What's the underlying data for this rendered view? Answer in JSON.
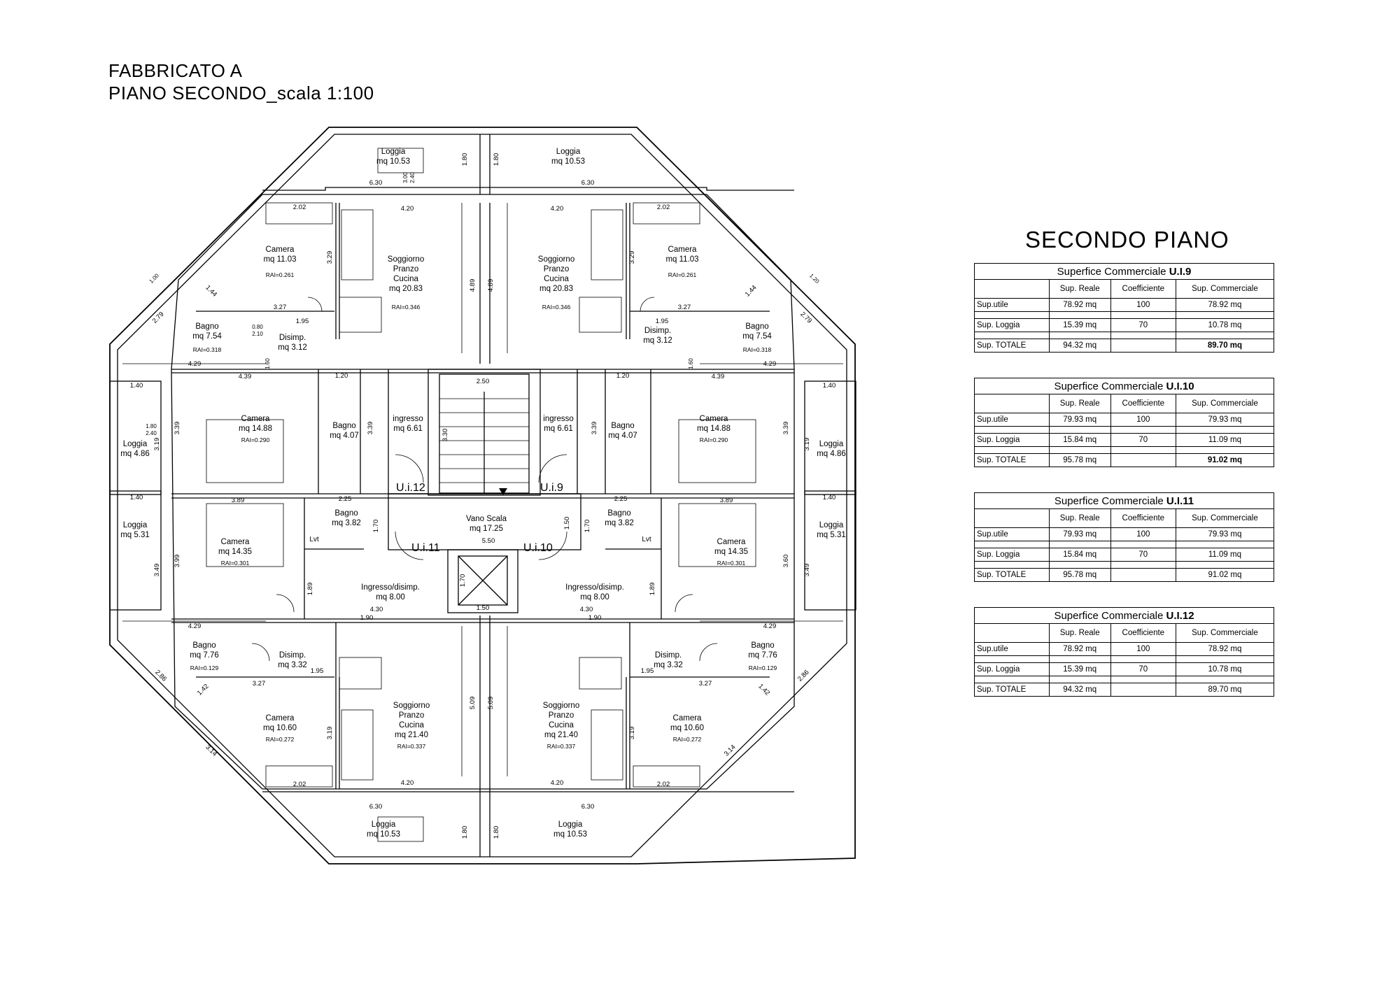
{
  "title": {
    "line1": "FABBRICATO A",
    "line2": "PIANO SECONDO_scala 1:100"
  },
  "section_title": "SECONDO PIANO",
  "table_cols": {
    "blank": "",
    "reale": "Sup. Reale",
    "coeff": "Coefficiente",
    "comm": "Sup. Commerciale"
  },
  "tables": [
    {
      "prefix": "Superfice Commerciale ",
      "unit": "U.I.9",
      "rows": [
        {
          "label": "Sup.utile",
          "reale": "78.92 mq",
          "coeff": "100",
          "comm": "78.92 mq",
          "bold": false
        },
        {
          "label": "Sup. Loggia",
          "reale": "15.39 mq",
          "coeff": "70",
          "comm": "10.78 mq",
          "bold": false
        },
        {
          "label": "Sup. TOTALE",
          "reale": "94.32 mq",
          "coeff": "",
          "comm": "89.70 mq",
          "bold": true
        }
      ]
    },
    {
      "prefix": "Superfice Commerciale ",
      "unit": "U.I.10",
      "rows": [
        {
          "label": "Sup.utile",
          "reale": "79.93 mq",
          "coeff": "100",
          "comm": "79.93 mq",
          "bold": false
        },
        {
          "label": "Sup. Loggia",
          "reale": "15.84 mq",
          "coeff": "70",
          "comm": "11.09 mq",
          "bold": false
        },
        {
          "label": "Sup. TOTALE",
          "reale": "95.78 mq",
          "coeff": "",
          "comm": "91.02 mq",
          "bold": true
        }
      ]
    },
    {
      "prefix": "Superfice Commerciale ",
      "unit": "U.I.11",
      "rows": [
        {
          "label": "Sup.utile",
          "reale": "79.93 mq",
          "coeff": "100",
          "comm": "79.93 mq",
          "bold": false
        },
        {
          "label": "Sup. Loggia",
          "reale": "15.84 mq",
          "coeff": "70",
          "comm": "11.09 mq",
          "bold": false
        },
        {
          "label": "Sup. TOTALE",
          "reale": "95.78 mq",
          "coeff": "",
          "comm": "91.02 mq",
          "bold": false
        }
      ]
    },
    {
      "prefix": "Superfice Commerciale ",
      "unit": "U.I.12",
      "rows": [
        {
          "label": "Sup.utile",
          "reale": "78.92 mq",
          "coeff": "100",
          "comm": "78.92 mq",
          "bold": false
        },
        {
          "label": "Sup. Loggia",
          "reale": "15.39 mq",
          "coeff": "70",
          "comm": "10.78 mq",
          "bold": false
        },
        {
          "label": "Sup. TOTALE",
          "reale": "94.32 mq",
          "coeff": "",
          "comm": "89.70 mq",
          "bold": false
        }
      ]
    }
  ],
  "plan": {
    "units": [
      "U.i.12",
      "U.i.9",
      "U.i.11",
      "U.i.10"
    ],
    "rooms": [
      {
        "name": "Loggia",
        "area": "mq 10.53",
        "rai": ""
      },
      {
        "name": "Loggia",
        "area": "mq 10.53",
        "rai": ""
      },
      {
        "name": "Camera",
        "area": "mq 11.03",
        "rai": "RAI=0.261"
      },
      {
        "name": "Camera",
        "area": "mq 11.03",
        "rai": "RAI=0.261"
      },
      {
        "name": "Soggiorno",
        "name2": "Pranzo",
        "name3": "Cucina",
        "area": "mq 20.83",
        "rai": "RAI=0.346"
      },
      {
        "name": "Soggiorno",
        "name2": "Pranzo",
        "name3": "Cucina",
        "area": "mq 20.83",
        "rai": "RAI=0.346"
      },
      {
        "name": "Bagno",
        "area": "mq 7.54",
        "rai": "RAI=0.318"
      },
      {
        "name": "Bagno",
        "area": "mq 7.54",
        "rai": "RAI=0.318"
      },
      {
        "name": "Disimp.",
        "area": "mq 3.12",
        "rai": ""
      },
      {
        "name": "Disimp.",
        "area": "mq 3.12",
        "rai": ""
      },
      {
        "name": "Camera",
        "area": "mq 14.88",
        "rai": "RAI=0.290"
      },
      {
        "name": "Camera",
        "area": "mq 14.88",
        "rai": "RAI=0.290"
      },
      {
        "name": "Bagno",
        "area": "mq 4.07",
        "rai": ""
      },
      {
        "name": "Bagno",
        "area": "mq 4.07",
        "rai": ""
      },
      {
        "name": "ingresso",
        "area": "mq 6.61",
        "rai": ""
      },
      {
        "name": "ingresso",
        "area": "mq 6.61",
        "rai": ""
      },
      {
        "name": "Loggia",
        "area": "mq 4.86",
        "rai": ""
      },
      {
        "name": "Loggia",
        "area": "mq 4.86",
        "rai": ""
      },
      {
        "name": "Vano Scala",
        "area": "mq 17.25",
        "rai": ""
      },
      {
        "name": "Bagno",
        "area": "mq 3.82",
        "rai": ""
      },
      {
        "name": "Bagno",
        "area": "mq 3.82",
        "rai": ""
      },
      {
        "name": "Loggia",
        "area": "mq 5.31",
        "rai": ""
      },
      {
        "name": "Loggia",
        "area": "mq 5.31",
        "rai": ""
      },
      {
        "name": "Camera",
        "area": "mq 14.35",
        "rai": "RAI=0.301"
      },
      {
        "name": "Camera",
        "area": "mq 14.35",
        "rai": "RAI=0.301"
      },
      {
        "name": "Ingresso/disimp.",
        "area": "mq 8.00",
        "rai": ""
      },
      {
        "name": "Ingresso/disimp.",
        "area": "mq 8.00",
        "rai": ""
      },
      {
        "name": "Bagno",
        "area": "mq 7.76",
        "rai": "RAI=0.129"
      },
      {
        "name": "Bagno",
        "area": "mq 7.76",
        "rai": "RAI=0.129"
      },
      {
        "name": "Disimp.",
        "area": "mq 3.32",
        "rai": ""
      },
      {
        "name": "Disimp.",
        "area": "mq 3.32",
        "rai": ""
      },
      {
        "name": "Camera",
        "area": "mq 10.60",
        "rai": "RAI=0.272"
      },
      {
        "name": "Camera",
        "area": "mq 10.60",
        "rai": "RAI=0.272"
      },
      {
        "name": "Soggiorno",
        "name2": "Pranzo",
        "name3": "Cucina",
        "area": "mq 21.40",
        "rai": "RAI=0.337"
      },
      {
        "name": "Soggiorno",
        "name2": "Pranzo",
        "name3": "Cucina",
        "area": "mq 21.40",
        "rai": "RAI=0.337"
      },
      {
        "name": "Loggia",
        "area": "mq 10.53",
        "rai": ""
      },
      {
        "name": "Loggia",
        "area": "mq 10.53",
        "rai": ""
      }
    ],
    "dims": [
      "6.30",
      "6.30",
      "4.20",
      "4.20",
      "2.02",
      "2.02",
      "1.80",
      "1.80",
      "3.29",
      "3.29",
      "4.89",
      "4.89",
      "3.27",
      "3.27",
      "1.95",
      "1.95",
      "1.44",
      "1.44",
      "2.79",
      "2.79",
      "4.29",
      "4.29",
      "4.39",
      "4.39",
      "1.40",
      "1.40",
      "2.50",
      "1.20",
      "1.20",
      "3.39",
      "3.39",
      "3.39",
      "3.39",
      "3.19",
      "3.19",
      "3.30",
      "1.40",
      "1.40",
      "3.89",
      "3.89",
      "2.25",
      "2.25",
      "1.70",
      "1.70",
      "1.50",
      "5.50",
      "3.99",
      "3.60",
      "3.49",
      "3.49",
      "1.89",
      "1.89",
      "4.30",
      "4.30",
      "1.90",
      "1.90",
      "1.70",
      "1.50",
      "4.29",
      "4.29",
      "2.86",
      "2.86",
      "1.42",
      "1.42",
      "3.27",
      "3.27",
      "1.95",
      "1.95",
      "3.19",
      "3.19",
      "5.09",
      "5.09",
      "3.14",
      "3.14",
      "2.02",
      "2.02",
      "4.20",
      "4.20",
      "6.30",
      "6.30",
      "1.80",
      "1.80",
      "0.80",
      "2.10",
      "1.80",
      "2.40",
      "1.00",
      "1.20",
      "3.00",
      "2.40",
      "Lvt",
      "Lvt",
      "1.60",
      "1.60"
    ]
  }
}
